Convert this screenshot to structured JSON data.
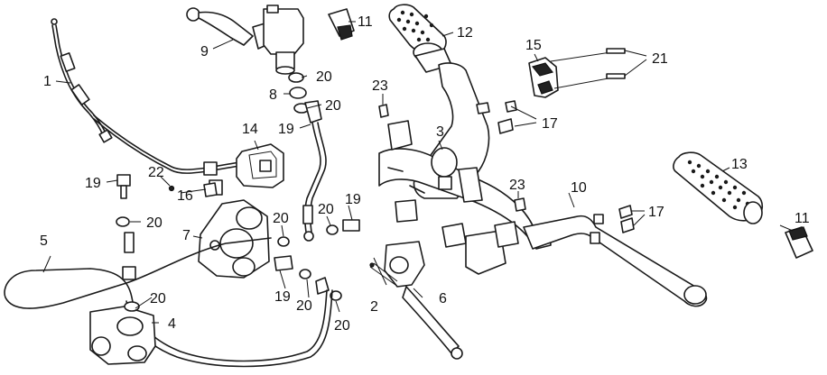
{
  "callouts": [
    {
      "id": "c1",
      "text": "1"
    },
    {
      "id": "c2",
      "text": "2"
    },
    {
      "id": "c3",
      "text": "3"
    },
    {
      "id": "c4",
      "text": "4"
    },
    {
      "id": "c5",
      "text": "5"
    },
    {
      "id": "c6",
      "text": "6"
    },
    {
      "id": "c7",
      "text": "7"
    },
    {
      "id": "c8",
      "text": "8"
    },
    {
      "id": "c9",
      "text": "9"
    },
    {
      "id": "c10",
      "text": "10"
    },
    {
      "id": "c11a",
      "text": "11"
    },
    {
      "id": "c11b",
      "text": "11"
    },
    {
      "id": "c12",
      "text": "12"
    },
    {
      "id": "c13",
      "text": "13"
    },
    {
      "id": "c14",
      "text": "14"
    },
    {
      "id": "c15",
      "text": "15"
    },
    {
      "id": "c16",
      "text": "16"
    },
    {
      "id": "c17a",
      "text": "17"
    },
    {
      "id": "c17b",
      "text": "17"
    },
    {
      "id": "c19a",
      "text": "19"
    },
    {
      "id": "c19b",
      "text": "19"
    },
    {
      "id": "c19c",
      "text": "19"
    },
    {
      "id": "c19d",
      "text": "19"
    },
    {
      "id": "c20a",
      "text": "20"
    },
    {
      "id": "c20b",
      "text": "20"
    },
    {
      "id": "c20c",
      "text": "20"
    },
    {
      "id": "c20d",
      "text": "20"
    },
    {
      "id": "c20e",
      "text": "20"
    },
    {
      "id": "c20f",
      "text": "20"
    },
    {
      "id": "c20g",
      "text": "20"
    },
    {
      "id": "c20h",
      "text": "20"
    },
    {
      "id": "c21",
      "text": "21"
    },
    {
      "id": "c22",
      "text": "22"
    },
    {
      "id": "c23a",
      "text": "23"
    },
    {
      "id": "c23b",
      "text": "23"
    }
  ],
  "colors": {
    "line": "#1a1a1a",
    "background": "#ffffff"
  }
}
